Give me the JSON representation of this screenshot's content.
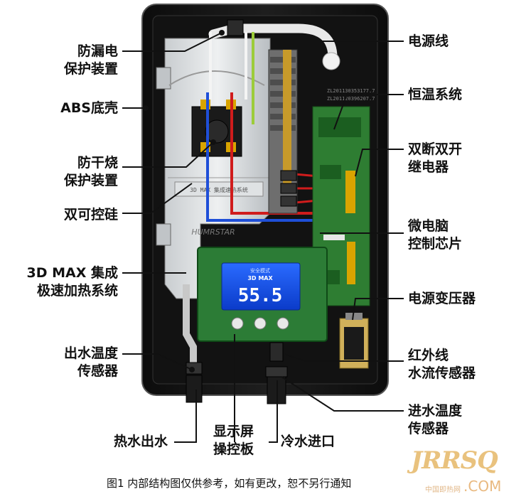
{
  "labels": {
    "leak_protection": [
      "防漏电",
      "保护装置"
    ],
    "abs_shell": "ABS底壳",
    "dry_burn_protection": [
      "防干烧",
      "保护装置"
    ],
    "triac": "双可控硅",
    "heating_system": [
      "3D MAX 集成",
      "极速加热系统"
    ],
    "outlet_temp_sensor": [
      "出水温度",
      "传感器"
    ],
    "hot_water_outlet": "热水出水",
    "display_board": [
      "显示屏",
      "操控板"
    ],
    "cold_water_inlet": "冷水进口",
    "power_cord": "电源线",
    "thermostat_system": "恒温系统",
    "relay": [
      "双断双开",
      "继电器"
    ],
    "microchip": [
      "微电脑",
      "控制芯片"
    ],
    "transformer": "电源变压器",
    "ir_flow_sensor": [
      "红外线",
      "水流传感器"
    ],
    "inlet_temp_sensor": [
      "进水温度",
      "传感器"
    ]
  },
  "device_text": {
    "module_label": "3D MAX 集成速热系统",
    "brand": "HUMRSTAR",
    "serial_1": "ZL201130353177.7",
    "serial_2": "ZL201120396207.7",
    "display_temp": "55.5",
    "display_top": "安全模式",
    "display_mode": "3D MAX"
  },
  "caption": "图1 内部结构图仅供参考，如有更改，恕不另行通知",
  "watermark": {
    "logo": "JRRSQ",
    "cn": "中国即热网",
    "dom": ".COM"
  }
}
